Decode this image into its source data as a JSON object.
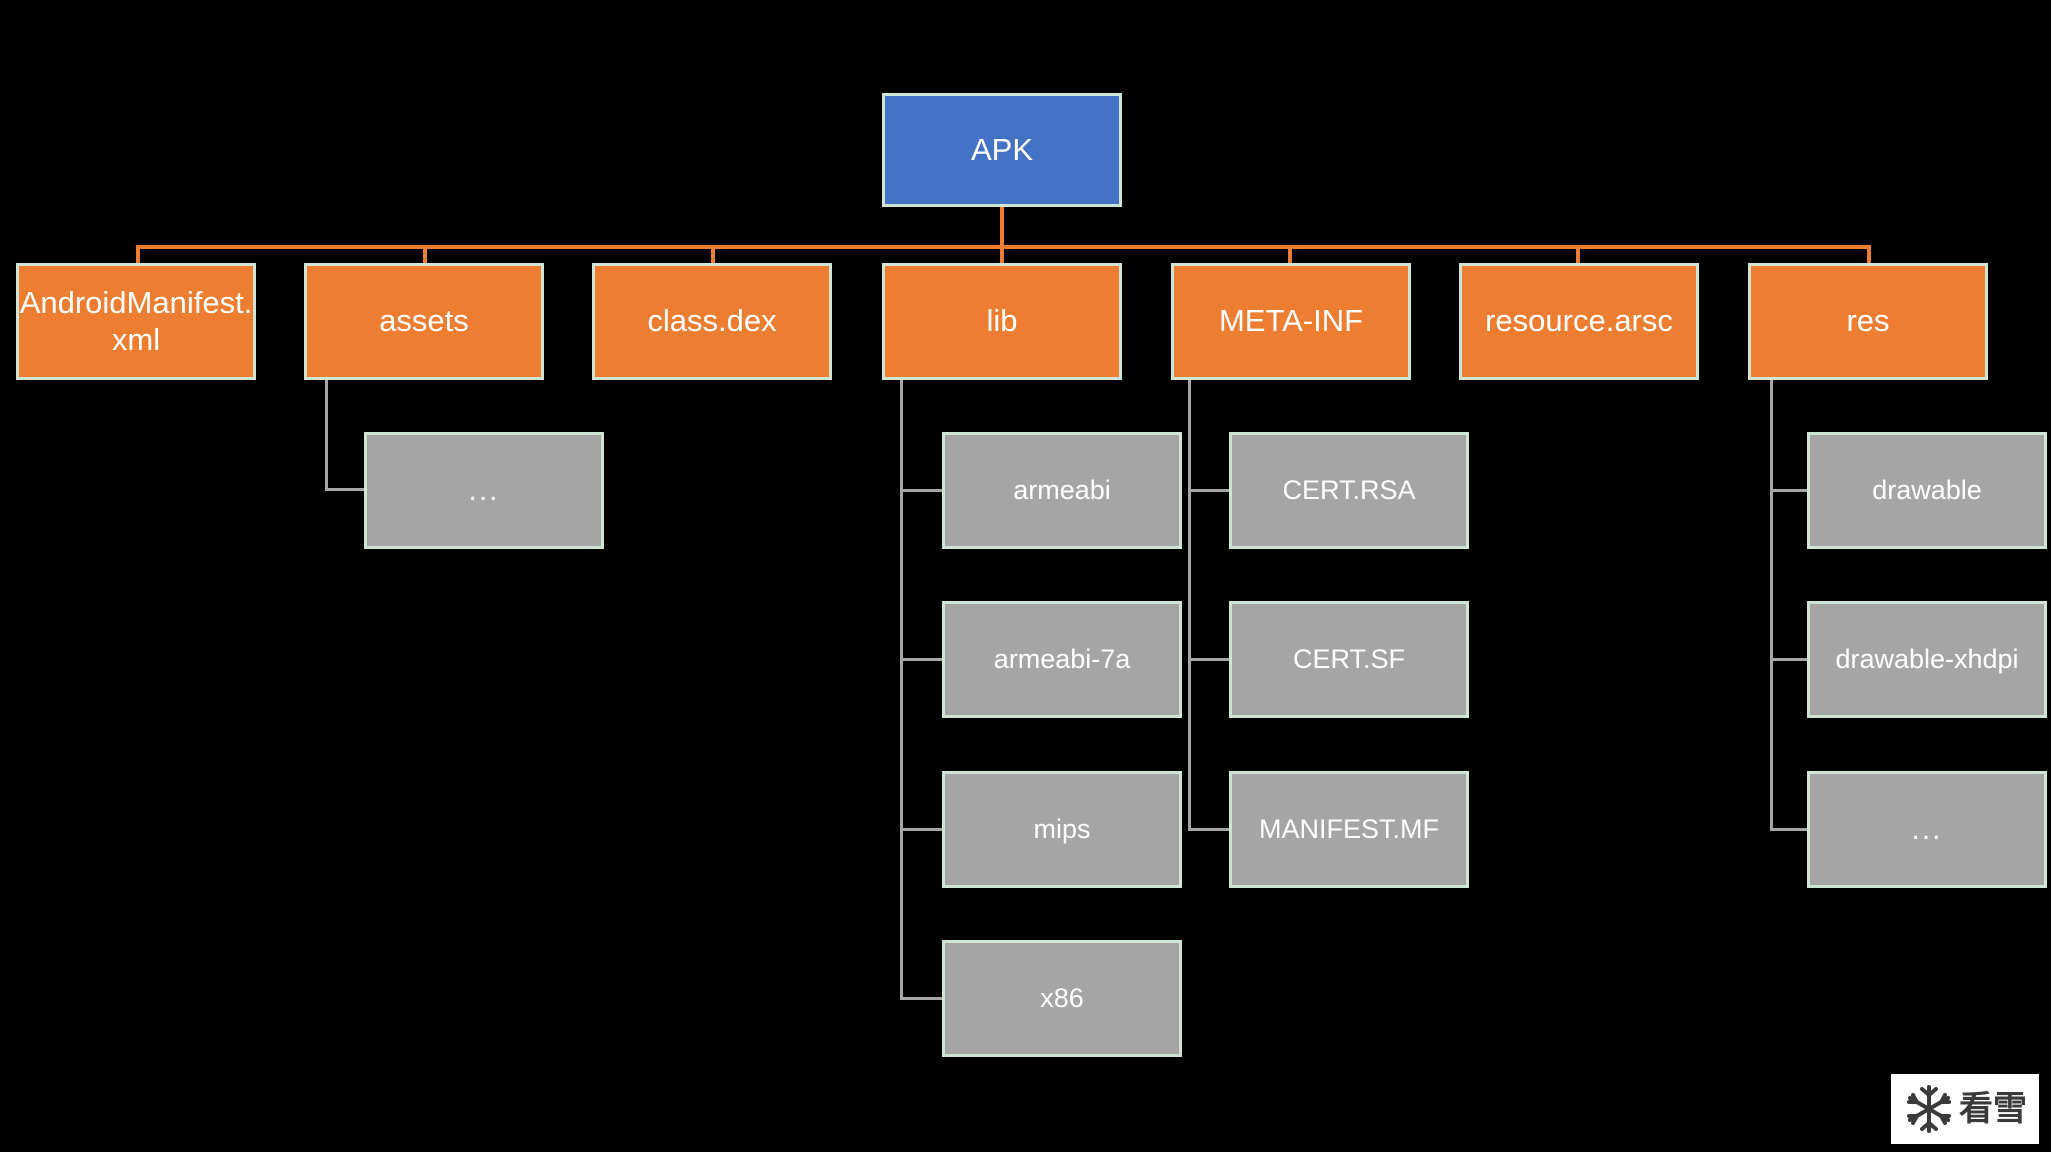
{
  "diagram": {
    "title": "APK file structure tree",
    "background_color": "#000000",
    "colors": {
      "root_fill": "#4472c4",
      "level1_fill": "#ed7d31",
      "level2_fill": "#a5a5a5",
      "box_border": "#cfe4d4",
      "connector_orange": "#ed7d31",
      "connector_gray": "#a6a6a6",
      "text": "#ffffff"
    },
    "root": {
      "label": "APK"
    },
    "level1": [
      {
        "label": "AndroidManifest.\nxml"
      },
      {
        "label": "assets"
      },
      {
        "label": "class.dex"
      },
      {
        "label": "lib"
      },
      {
        "label": "META-INF"
      },
      {
        "label": "resource.arsc"
      },
      {
        "label": "res"
      }
    ],
    "assets_children": [
      {
        "label": "..."
      }
    ],
    "lib_children": [
      {
        "label": "armeabi"
      },
      {
        "label": "armeabi-7a"
      },
      {
        "label": "mips"
      },
      {
        "label": "x86"
      }
    ],
    "metainf_children": [
      {
        "label": "CERT.RSA"
      },
      {
        "label": "CERT.SF"
      },
      {
        "label": "MANIFEST.MF"
      }
    ],
    "res_children": [
      {
        "label": "drawable"
      },
      {
        "label": "drawable-xhdpi"
      },
      {
        "label": "..."
      }
    ]
  },
  "watermark": {
    "icon": "snowflake-icon",
    "text": "看雪"
  }
}
